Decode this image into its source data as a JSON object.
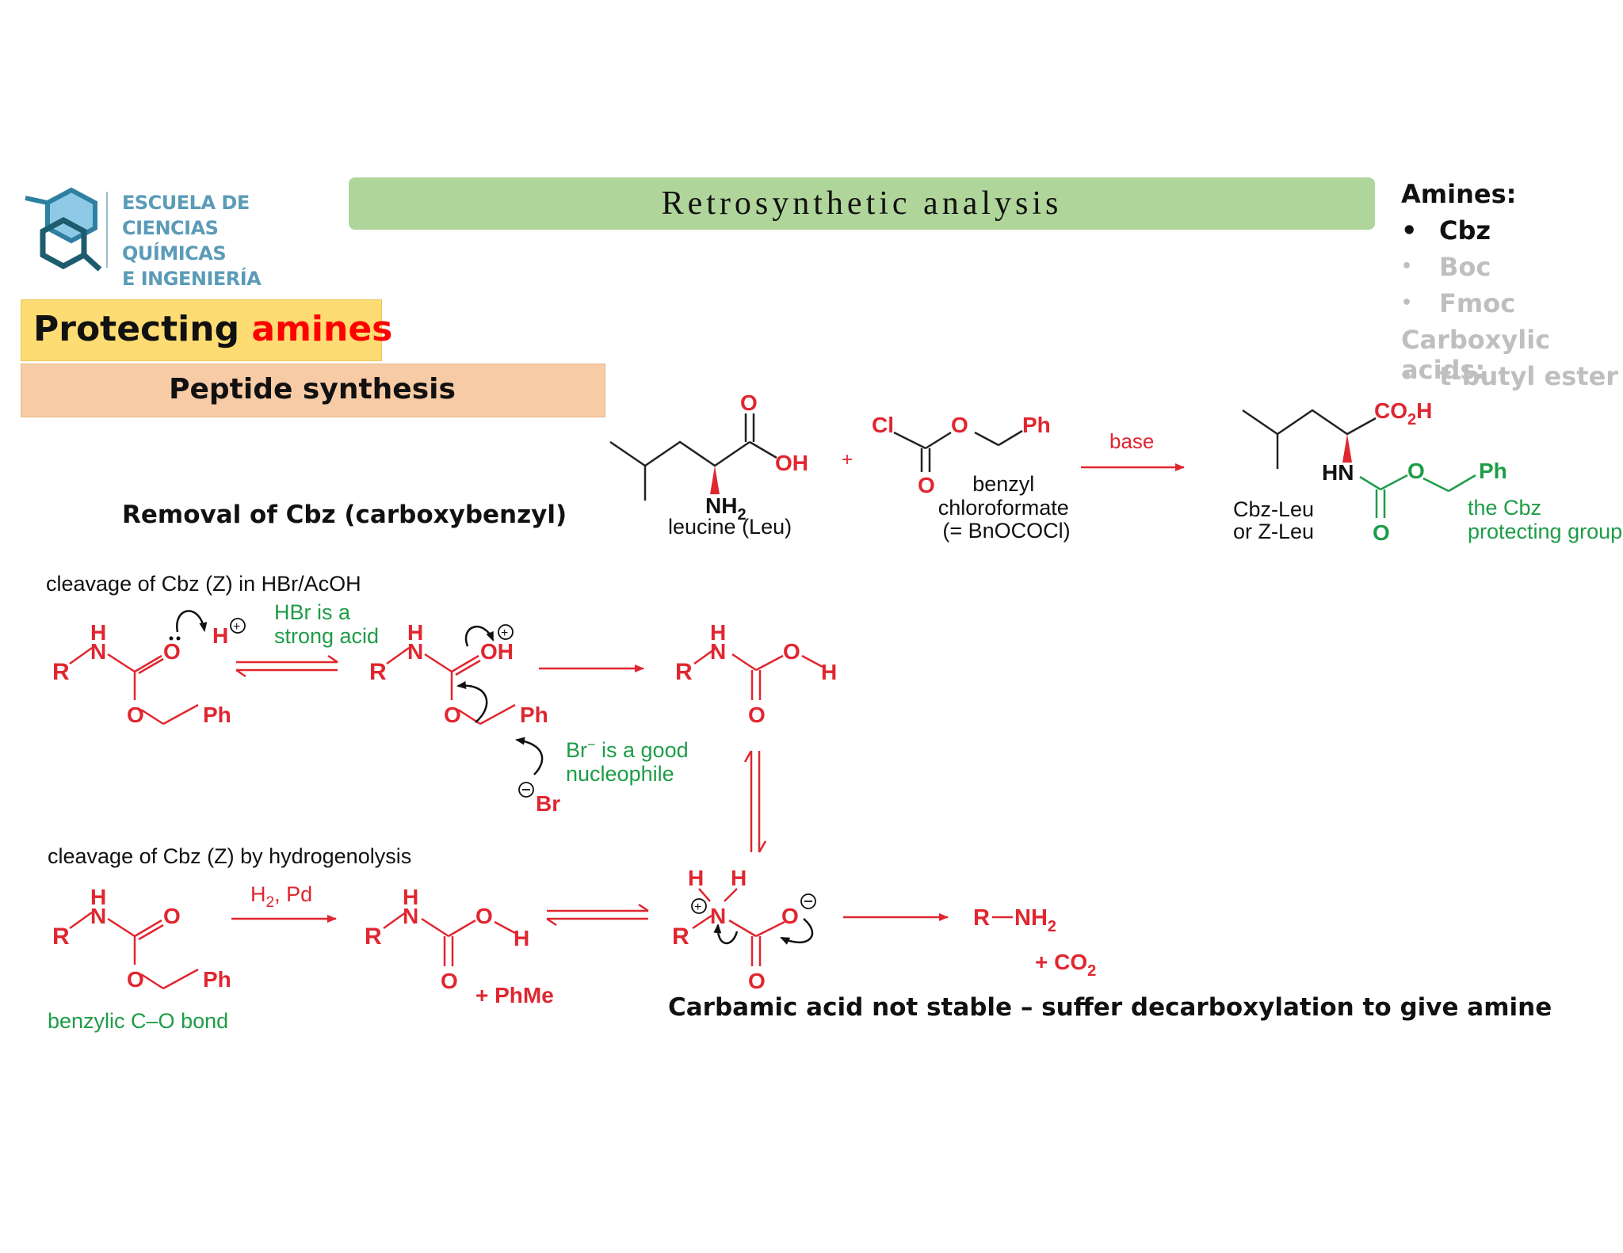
{
  "logo": {
    "lines": [
      "ESCUELA DE",
      "CIENCIAS QUÍMICAS",
      "E INGENIERÍA"
    ]
  },
  "header": {
    "title": "Retrosynthetic analysis"
  },
  "section": {
    "protecting_prefix": "Protecting ",
    "protecting_highlight": "amines",
    "subtitle": "Peptide synthesis"
  },
  "sidebar": {
    "amines_heading": "Amines:",
    "items": [
      {
        "label": "Cbz",
        "active": true
      },
      {
        "label": "Boc",
        "active": false
      },
      {
        "label": "Fmoc",
        "active": false
      }
    ],
    "acids_heading": "Carboxylic acids:",
    "acid_items": [
      {
        "label": "t-butyl ester",
        "active": false
      }
    ],
    "colors": {
      "active": "#111111",
      "inactive": "#bfbfbf"
    }
  },
  "reaction_top": {
    "leucine_label": "leucine (Leu)",
    "reagent_label_lines": [
      "benzyl",
      "chloroformate",
      "(= BnOCOCl)"
    ],
    "plus": "+",
    "condition": "base",
    "product_label_lines": [
      "Cbz-Leu",
      "or Z-Leu"
    ],
    "protecting_note_lines": [
      "the Cbz",
      "protecting group"
    ],
    "atoms": {
      "O": "O",
      "OH": "OH",
      "NH": "NH",
      "sub2": "2",
      "Cl": "Cl",
      "Ph": "Ph",
      "CO": "CO",
      "H": "H",
      "HN": "HN"
    }
  },
  "removal_heading": "Removal of Cbz (carboxybenzyl)",
  "mechanism_acid": {
    "title": "cleavage of Cbz (Z) in HBr/AcOH",
    "note_acid_lines": [
      "HBr is a",
      "strong acid"
    ],
    "note_br_lines": [
      "Br",
      "−",
      " is a good",
      "nucleophile"
    ],
    "atoms": {
      "R": "R",
      "N": "N",
      "H": "H",
      "O": "O",
      "OH": "OH",
      "Ph": "Ph",
      "Br": "Br"
    }
  },
  "mechanism_h2": {
    "title": "cleavage of Cbz (Z) by hydrogenolysis",
    "condition": "H",
    "condition_sub": "2",
    "condition_rest": ", Pd",
    "bond_note": "benzylic C–O bond",
    "byproduct": "+  PhMe",
    "amine_product": "R",
    "amine_nh": "NH",
    "co2": "+ CO",
    "sub2": "2"
  },
  "caption": "Carbamic acid not stable – suffer decarboxylation to give amine",
  "colors": {
    "red": "#e0262f",
    "green": "#1e9c47",
    "bar": "#b0d59a",
    "yellow": "#fddc73",
    "peach": "#f7cba6"
  }
}
